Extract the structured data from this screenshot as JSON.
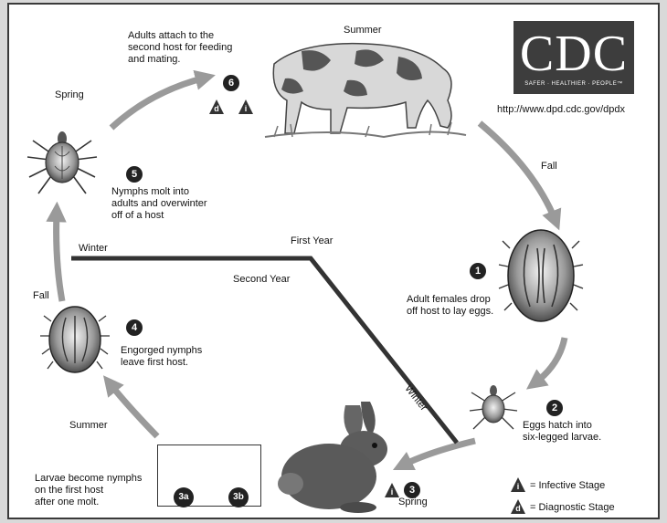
{
  "logo": {
    "text": "CDC",
    "tagline": "SAFER · HEALTHIER · PEOPLE™"
  },
  "url": "http://www.dpd.cdc.gov/dpdx",
  "seasons": {
    "summer_top": "Summer",
    "fall_right": "Fall",
    "spring_left": "Spring",
    "fall_left": "Fall",
    "summer_left": "Summer",
    "spring_bottom": "Spring",
    "winter_left": "Winter",
    "winter_diagonal": "Winter"
  },
  "years": {
    "first": "First Year",
    "second": "Second Year"
  },
  "stages": {
    "s1": {
      "number": "1",
      "text": [
        "Adult females drop",
        "off host to lay eggs."
      ]
    },
    "s2": {
      "number": "2",
      "text": [
        "Eggs hatch into",
        "six-legged larvae."
      ]
    },
    "s3": {
      "number": "3"
    },
    "s3a": {
      "number": "3a"
    },
    "s3b": {
      "number": "3b"
    },
    "s3_text": [
      "Larvae become nymphs",
      "on the first host",
      "after one molt."
    ],
    "s4": {
      "number": "4",
      "text": [
        "Engorged nymphs",
        "leave first host."
      ]
    },
    "s5": {
      "number": "5",
      "text": [
        "Nymphs molt into",
        "adults and overwinter",
        "off of a host"
      ]
    },
    "s6": {
      "number": "6",
      "text": [
        "Adults attach to the",
        "second host for feeding",
        "and mating."
      ]
    }
  },
  "markers": {
    "infective": "i",
    "diagnostic": "d"
  },
  "legend": {
    "infective": "= Infective Stage",
    "diagnostic": "= Diagnostic Stage"
  }
}
